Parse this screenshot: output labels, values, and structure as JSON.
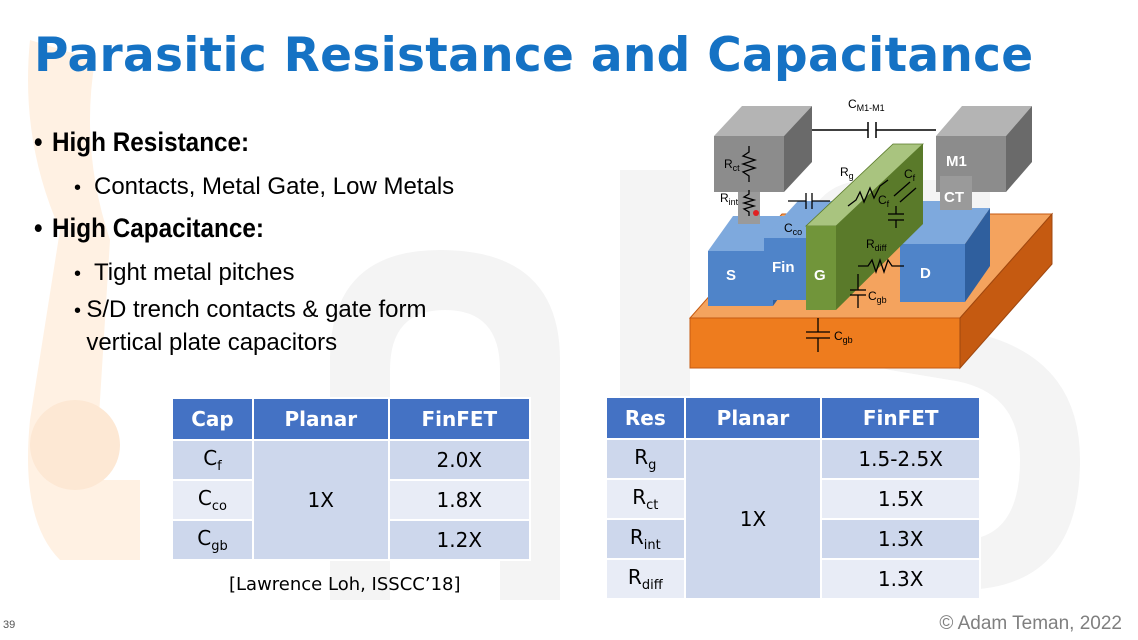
{
  "title": "Parasitic Resistance and Capacitance",
  "bullets": {
    "res_heading": "High Resistance:",
    "res_item": "Contacts, Metal Gate, Low Metals",
    "cap_heading": "High Capacitance:",
    "cap_item1": "Tight metal pitches",
    "cap_item2": "S/D trench contacts & gate form vertical plate capacitors"
  },
  "diagram": {
    "labels": {
      "cm1": "C",
      "cm1_sub": "M1-M1",
      "m1": "M1",
      "ct": "CT",
      "rct": "R",
      "rct_sub": "ct",
      "rint": "R",
      "rint_sub": "int",
      "rg": "R",
      "rg_sub": "g",
      "cf1": "C",
      "cf1_sub": "f",
      "cf2": "C",
      "cf2_sub": "f",
      "cco": "C",
      "cco_sub": "co",
      "rdiff": "R",
      "rdiff_sub": "diff",
      "cgb1": "C",
      "cgb1_sub": "gb",
      "cgb2": "C",
      "cgb2_sub": "gb",
      "s": "S",
      "fin": "Fin",
      "g": "G",
      "d": "D"
    },
    "colors": {
      "metal": "#8c8c8c",
      "fin": "#4f84c9",
      "gate": "#71953a",
      "substrate": "#ee7c1e"
    }
  },
  "cap_table": {
    "headers": [
      "Cap",
      "Planar",
      "FinFET"
    ],
    "planar_value": "1X",
    "rows": [
      {
        "sym": "C",
        "sub": "f",
        "finfet": "2.0X"
      },
      {
        "sym": "C",
        "sub": "co",
        "finfet": "1.8X"
      },
      {
        "sym": "C",
        "sub": "gb",
        "finfet": "1.2X"
      }
    ]
  },
  "res_table": {
    "headers": [
      "Res",
      "Planar",
      "FinFET"
    ],
    "planar_value": "1X",
    "rows": [
      {
        "sym": "R",
        "sub": "g",
        "finfet": "1.5-2.5X"
      },
      {
        "sym": "R",
        "sub": "ct",
        "finfet": "1.5X"
      },
      {
        "sym": "R",
        "sub": "int",
        "finfet": "1.3X"
      },
      {
        "sym": "R",
        "sub": "diff",
        "finfet": "1.3X"
      }
    ]
  },
  "citation": "[Lawrence Loh, ISSCC’18]",
  "slide_number": "39",
  "copyright": "© Adam Teman, 2022",
  "colors": {
    "title": "#1572c4",
    "table_header": "#4472c4",
    "table_cell": "#cdd7ec",
    "table_cell_alt": "#e8ecf6"
  }
}
